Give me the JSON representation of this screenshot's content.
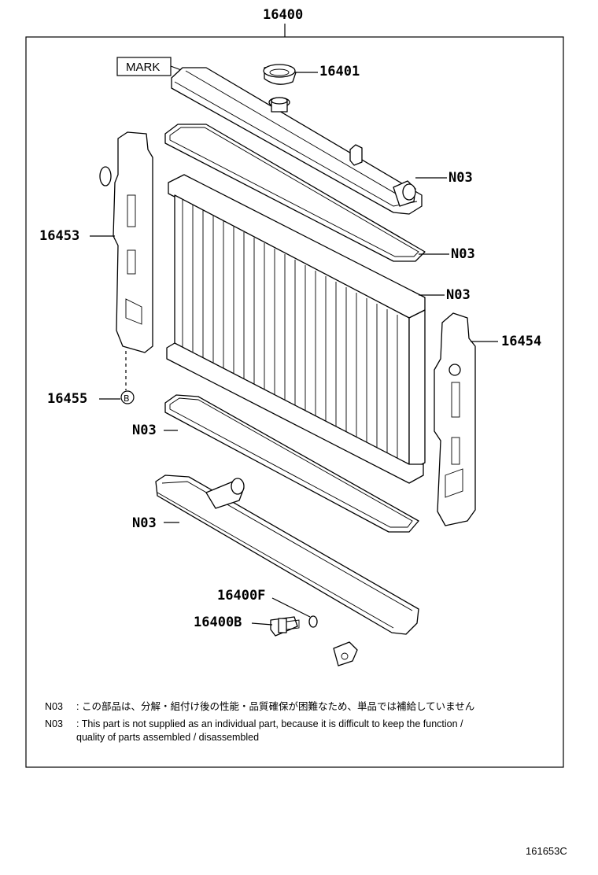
{
  "labels": {
    "assembly": "16400",
    "mark": "MARK",
    "cap": "16401",
    "n03_1": "N03",
    "n03_2": "N03",
    "n03_3": "N03",
    "n03_4": "N03",
    "n03_5": "N03",
    "left_support": "16453",
    "right_support": "16454",
    "ref_b": "16455",
    "callout_b": "B",
    "drain_cock_gasket": "16400F",
    "drain_cock": "16400B"
  },
  "notes": {
    "jp_code": "N03",
    "jp_text": ": この部品は、分解・組付け後の性能・品質確保が困難なため、単品では補給していません",
    "en_code": "N03",
    "en_text_1": ": This part is not supplied as an individual part, because it is difficult to keep the function /",
    "en_text_2": "quality of parts assembled / disassembled"
  },
  "reference_code": "161653C"
}
